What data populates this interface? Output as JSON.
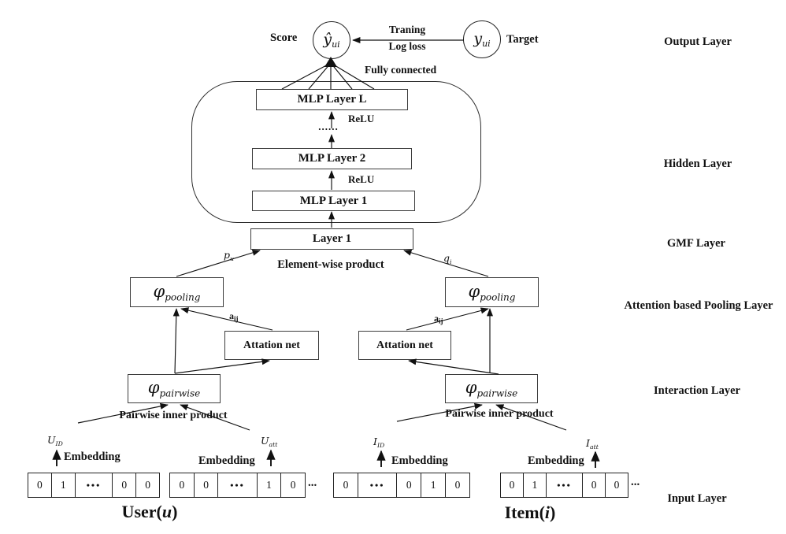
{
  "output_layer": {
    "score_label": "Score",
    "score_node": {
      "base": "ŷ",
      "sub": "ui"
    },
    "training_label": "Traning",
    "logloss_label": "Log loss",
    "target_node": {
      "base": "y",
      "sub": "ui"
    },
    "target_label": "Target",
    "fully_connected": "Fully connected"
  },
  "hidden": {
    "mlp_l": "MLP Layer L",
    "relu_top": "ReLU",
    "dots": "......",
    "mlp_2": "MLP Layer 2",
    "relu_bottom": "ReLU",
    "mlp_1": "MLP Layer 1"
  },
  "gmf": {
    "layer1": "Layer 1",
    "pu": {
      "base": "p",
      "sub": "u"
    },
    "qi": {
      "base": "q",
      "sub": "i"
    },
    "elementwise": "Element-wise product"
  },
  "attention": {
    "left_pooling": {
      "base": "φ",
      "sub": "pooling"
    },
    "right_pooling": {
      "base": "φ",
      "sub": "pooling"
    },
    "left_a": {
      "base": "a",
      "sub": "ij"
    },
    "right_a": {
      "base": "a",
      "sub": "ij"
    },
    "left_attation": "Attation net",
    "right_attation": "Attation net"
  },
  "interaction": {
    "left_pairwise": {
      "base": "φ",
      "sub": "pairwise"
    },
    "right_pairwise": {
      "base": "φ",
      "sub": "pairwise"
    },
    "left_caption": "Pairwise inner product",
    "right_caption": "Pairwise inner product"
  },
  "inputs": {
    "user": {
      "id_label": {
        "base": "U",
        "sub": "ID"
      },
      "att_label": {
        "base": "U",
        "sub": "att"
      },
      "embedding_left": "Embedding",
      "embedding_right": "Embedding",
      "vec1": [
        "0",
        "1",
        "•••",
        "0",
        "0"
      ],
      "vec2": [
        "0",
        "0",
        "•••",
        "1",
        "0"
      ],
      "more": "...",
      "title_base": "User(",
      "title_var": "u",
      "title_close": ")"
    },
    "item": {
      "id_label": {
        "base": "I",
        "sub": "ID"
      },
      "att_label": {
        "base": "I",
        "sub": "att"
      },
      "embedding_left": "Embedding",
      "embedding_right": "Embedding",
      "vec1": [
        "0",
        "•••",
        "0",
        "1",
        "0"
      ],
      "vec2": [
        "0",
        "1",
        "•••",
        "0",
        "0"
      ],
      "more": "...",
      "title_base": "Item(",
      "title_var": "i",
      "title_close": ")"
    }
  },
  "side_labels": {
    "output": "Output Layer",
    "hidden": "Hidden Layer",
    "gmf": "GMF Layer",
    "attention": "Attention based Pooling Layer",
    "interaction": "Interaction Layer",
    "input": "Input Layer"
  },
  "colors": {
    "line": "#111111",
    "border": "#3c3c3c",
    "background": "#ffffff"
  }
}
